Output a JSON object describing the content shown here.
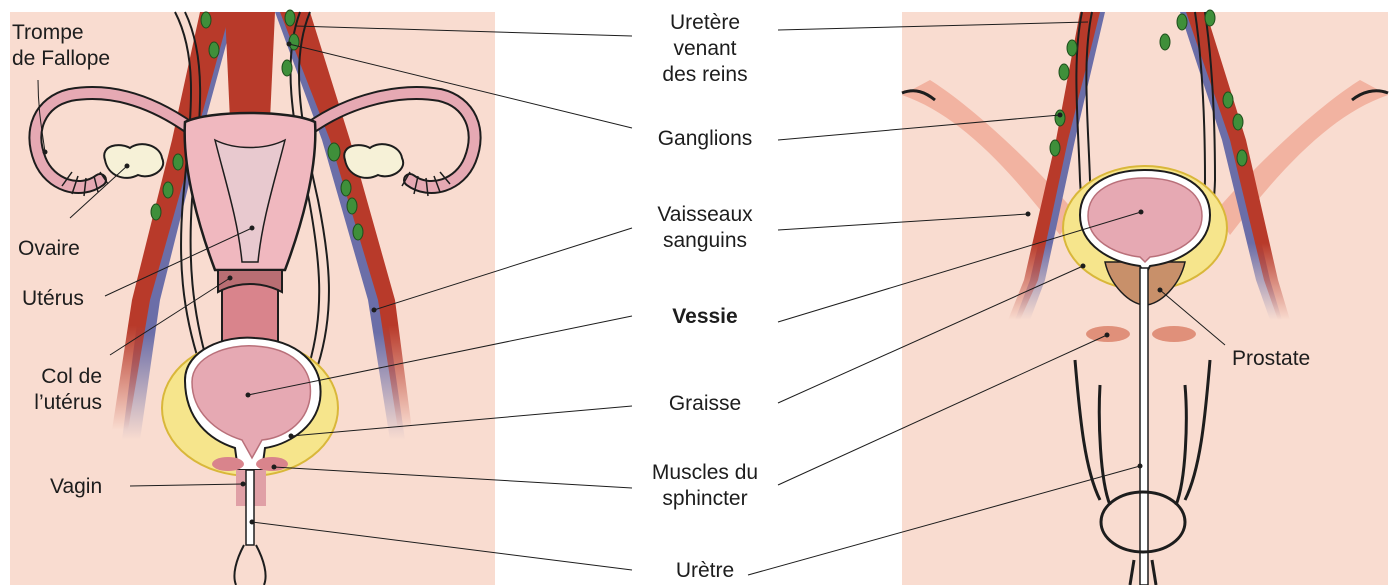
{
  "labels": {
    "trompe": [
      "Trompe",
      "de Fallope"
    ],
    "ovaire": [
      "Ovaire"
    ],
    "uterus": [
      "Utérus"
    ],
    "col": [
      "Col de",
      "l’utérus"
    ],
    "vagin": [
      "Vagin"
    ],
    "uretere": [
      "Uretère",
      "venant",
      "des reins"
    ],
    "ganglions": [
      "Ganglions"
    ],
    "vaisseaux": [
      "Vaisseaux",
      "sanguins"
    ],
    "vessie": [
      "Vessie"
    ],
    "graisse": [
      "Graisse"
    ],
    "muscles": [
      "Muscles du",
      "sphincter"
    ],
    "uretre": [
      "Urètre"
    ],
    "prostate": [
      "Prostate"
    ]
  },
  "colors": {
    "panel": "#f9dcd0",
    "vessel_red": "#b83a2a",
    "vessel_blue": "#6b6ea8",
    "lymph_green": "#3f8f3a",
    "bladder_fill": "#e6a9b3",
    "fat_yellow": "#f6e58c",
    "uterus_pink": "#f0b8bf",
    "prostate_tan": "#c8906a"
  }
}
